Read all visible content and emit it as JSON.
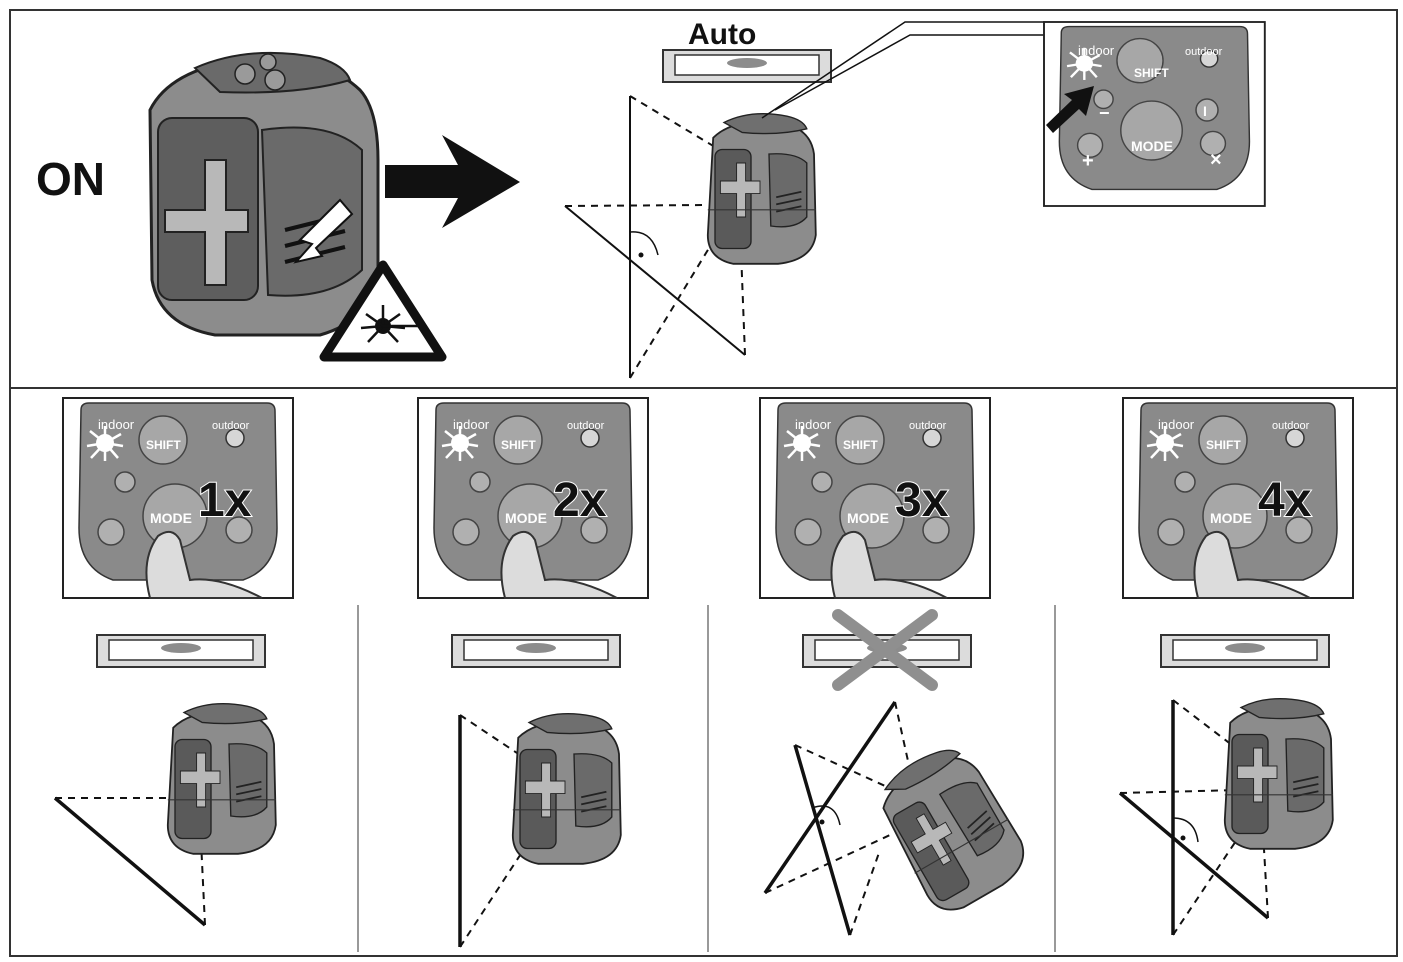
{
  "header": {
    "on_label": "ON",
    "auto_label": "Auto"
  },
  "keypad": {
    "indoor_label": "indoor",
    "outdoor_label": "outdoor",
    "shift_label": "SHIFT",
    "mode_label": "MODE",
    "plus_symbol": "+",
    "minus_symbol": "−",
    "cross_symbol": "×",
    "info_symbol": "I"
  },
  "modes": [
    {
      "press_count": "1x",
      "level_valid": true
    },
    {
      "press_count": "2x",
      "level_valid": true
    },
    {
      "press_count": "3x",
      "level_valid": false
    },
    {
      "press_count": "4x",
      "level_valid": true
    }
  ],
  "colors": {
    "device_body": "#8c8c8c",
    "device_dark": "#4a4a4a",
    "keypad_bg": "#8a8a8a",
    "button_bg": "#a7a7a7",
    "cross_mark": "#8f8f8f",
    "level_vial": "#8c8c8c"
  }
}
